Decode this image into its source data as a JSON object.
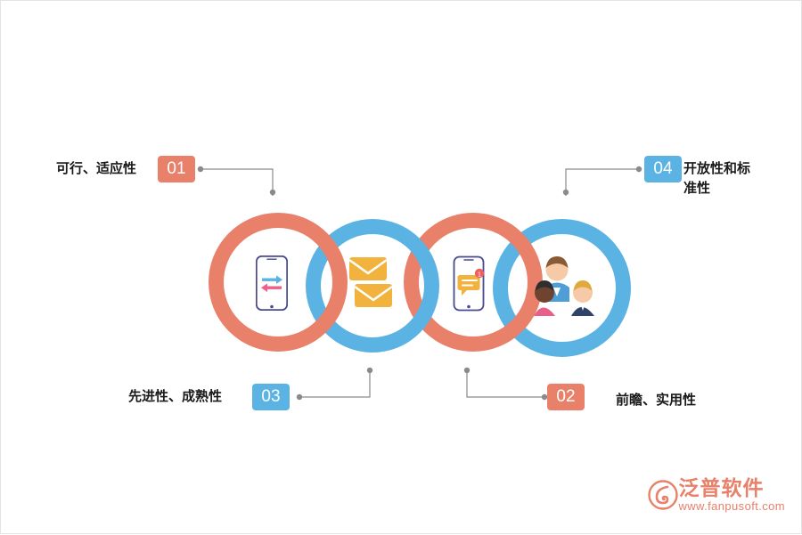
{
  "diagram": {
    "title": "",
    "colors": {
      "orange": "#e8806a",
      "blue": "#5bb3e4"
    },
    "nodes": [
      {
        "number": "01",
        "label": "可行、适应性",
        "color": "#e8806a",
        "ring": "orange"
      },
      {
        "number": "02",
        "label": "前瞻、实用性",
        "color": "#e8806a",
        "ring": "orange"
      },
      {
        "number": "03",
        "label": "先进性、成熟性",
        "color": "#5bb3e4",
        "ring": "blue"
      },
      {
        "number": "04",
        "label": "开放性和标准性",
        "color": "#5bb3e4",
        "ring": "blue"
      }
    ],
    "rings": [
      {
        "name": "ring-1",
        "color": "#e8806a",
        "icon": "phone-transfer-icon"
      },
      {
        "name": "ring-2",
        "color": "#5bb3e4",
        "icon": "envelopes-icon"
      },
      {
        "name": "ring-3",
        "color": "#e8806a",
        "icon": "phone-chat-icon"
      },
      {
        "name": "ring-4",
        "color": "#5bb3e4",
        "icon": "team-people-icon"
      }
    ]
  },
  "watermark": {
    "brand": "泛普软件",
    "url": "www.fanpusoft.com"
  }
}
